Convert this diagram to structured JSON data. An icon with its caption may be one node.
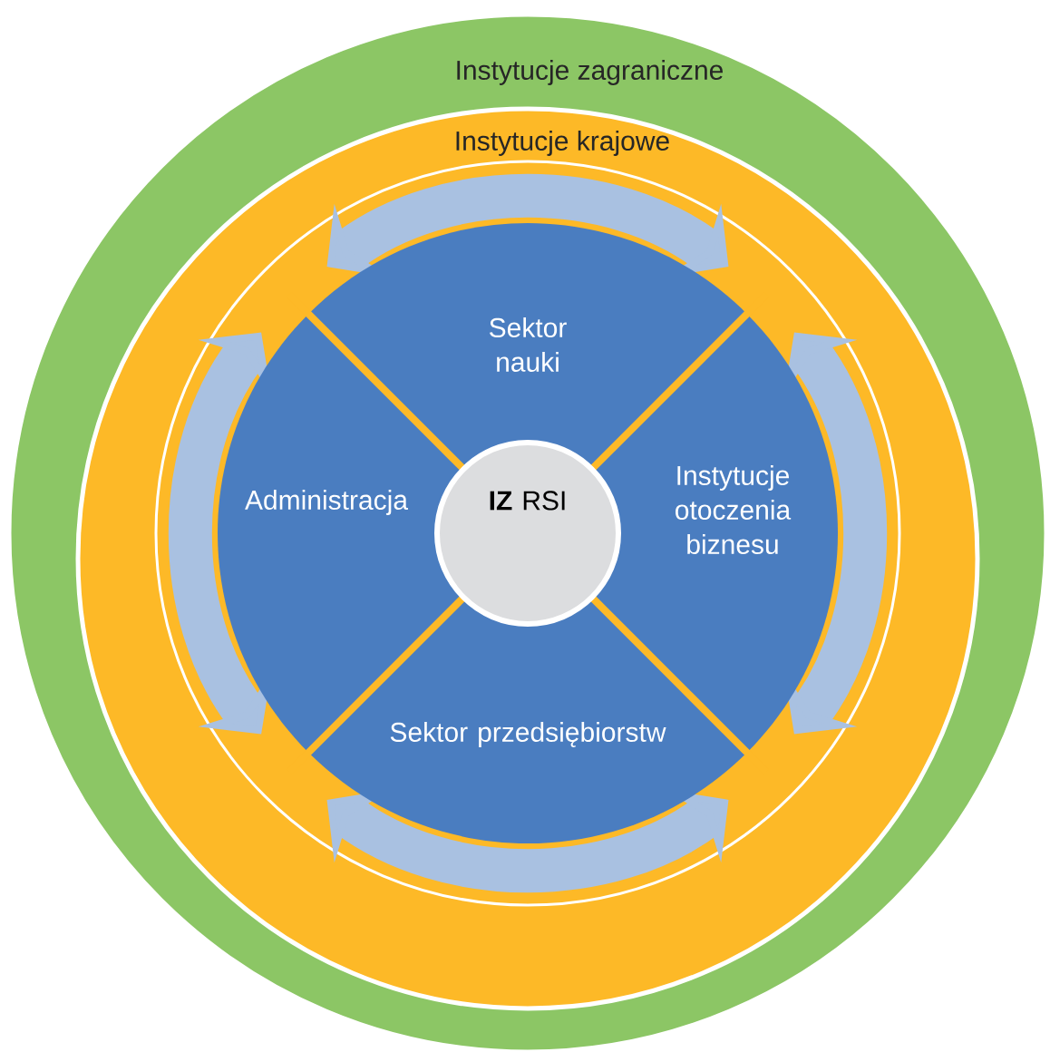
{
  "diagram": {
    "nodes": [
      {
        "text": [
          "Instytucje zagraniczne"
        ]
      },
      {
        "text": [
          "Instytucje krajowe"
        ],
        "in": 0
      },
      {
        "text": [
          "Sektor nauki"
        ],
        "in": 1
      },
      {
        "text": [
          "Administracja"
        ],
        "in": 1
      },
      {
        "text": [
          "**IZ** RSI"
        ],
        "in": 1
      },
      {
        "text": [
          "Instytucje otoczenia biznesu"
        ],
        "in": 1
      },
      {
        "text": [
          "Sektor przedsiębiorstw"
        ],
        "in": 1
      }
    ]
  }
}
